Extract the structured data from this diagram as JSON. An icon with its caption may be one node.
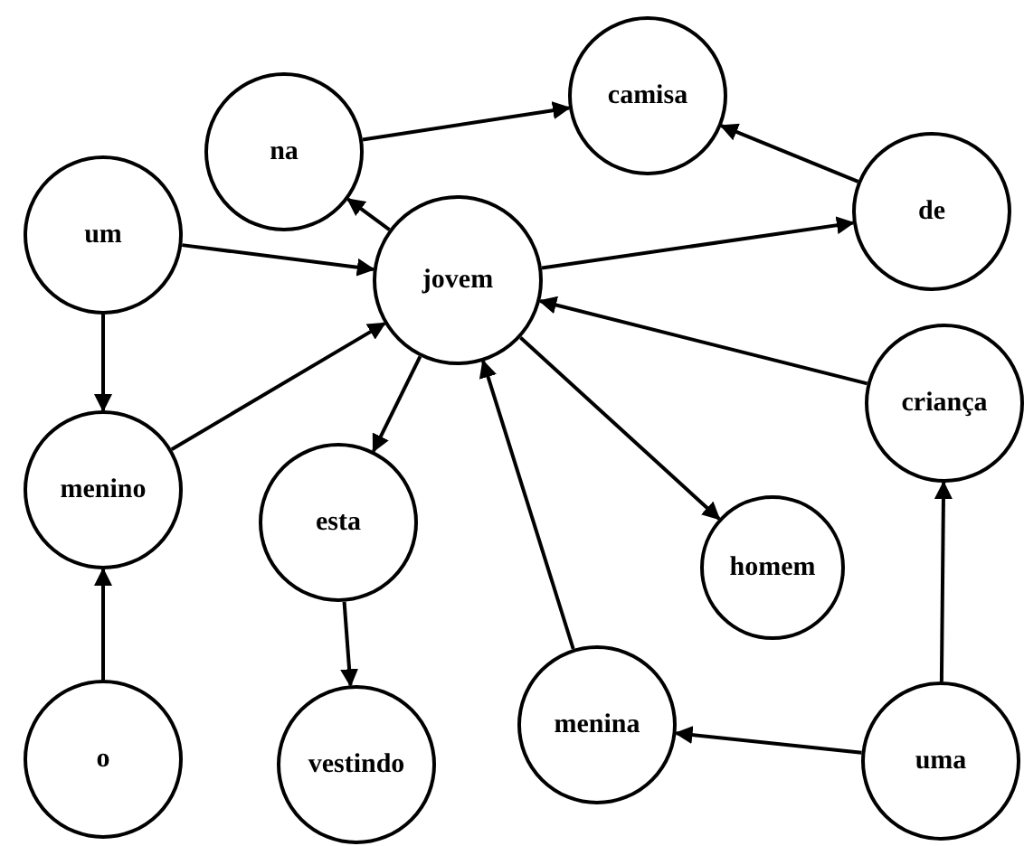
{
  "diagram": {
    "nodes": [
      {
        "text": [
          "na"
        ]
      },
      {
        "text": [
          "camisa"
        ]
      },
      {
        "text": [
          "um"
        ]
      },
      {
        "text": [
          "jovem"
        ]
      },
      {
        "text": [
          "de"
        ]
      },
      {
        "text": [
          "menino"
        ]
      },
      {
        "text": [
          "esta"
        ]
      },
      {
        "text": [
          "criança"
        ]
      },
      {
        "text": [
          "homem"
        ]
      },
      {
        "text": [
          "o"
        ]
      },
      {
        "text": [
          "vestindo"
        ]
      },
      {
        "text": [
          "menina"
        ]
      },
      {
        "text": [
          "uma"
        ]
      }
    ],
    "edges": [
      {
        "from": 0,
        "to": 1,
        "arrow": "to"
      },
      {
        "from": 3,
        "to": 0,
        "arrow": "to"
      },
      {
        "from": 4,
        "to": 1,
        "arrow": "to"
      },
      {
        "from": 2,
        "to": 3,
        "arrow": "to"
      },
      {
        "from": 3,
        "to": 4,
        "arrow": "to"
      },
      {
        "from": 2,
        "to": 5,
        "arrow": "to"
      },
      {
        "from": 5,
        "to": 3,
        "arrow": "to"
      },
      {
        "from": 3,
        "to": 6,
        "arrow": "to"
      },
      {
        "from": 7,
        "to": 3,
        "arrow": "to"
      },
      {
        "from": 3,
        "to": 8,
        "arrow": "to"
      },
      {
        "from": 9,
        "to": 5,
        "arrow": "to"
      },
      {
        "from": 6,
        "to": 10,
        "arrow": "to"
      },
      {
        "from": 11,
        "to": 3,
        "arrow": "to"
      },
      {
        "from": 12,
        "to": 11,
        "arrow": "to"
      },
      {
        "from": 12,
        "to": 7,
        "arrow": "to"
      }
    ]
  }
}
